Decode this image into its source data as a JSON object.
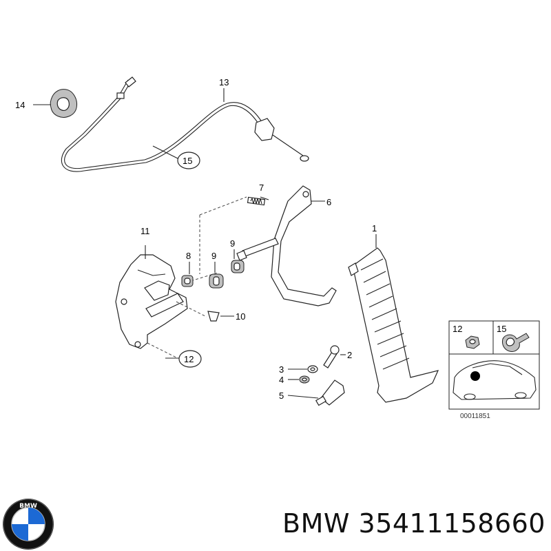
{
  "callouts": {
    "c1": "1",
    "c2": "2",
    "c3": "3",
    "c4": "4",
    "c5": "5",
    "c6": "6",
    "c7": "7",
    "c8": "8",
    "c9a": "9",
    "c9b": "9",
    "c10": "10",
    "c11": "11",
    "c12": "12",
    "c13": "13",
    "c14": "14",
    "c15": "15"
  },
  "inset": {
    "label_12": "12",
    "label_15": "15",
    "ref_number": "00011851"
  },
  "logo": {
    "text": "BMW"
  },
  "footer": {
    "brand": "BMW",
    "part_number": "35411158660"
  }
}
